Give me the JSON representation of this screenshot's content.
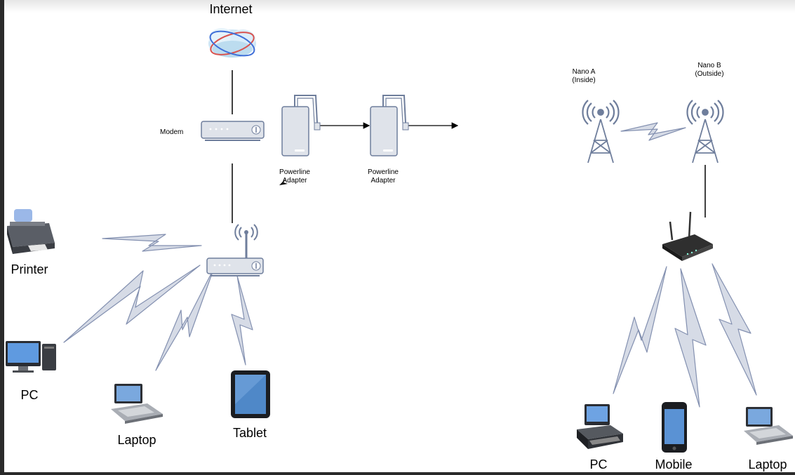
{
  "nodes": {
    "internet": "Internet",
    "modem": "Modem",
    "powerline_1": [
      "Powerline",
      "Adapter"
    ],
    "powerline_2": [
      "Powerline",
      "Adapter"
    ],
    "nano_a": [
      "Nano A",
      "(Inside)"
    ],
    "nano_b": [
      "Nano B",
      "(Outside)"
    ],
    "printer": "Printer",
    "pc_left": "PC",
    "laptop_left": "Laptop",
    "tablet": "Tablet",
    "pc_right": "PC",
    "mobile": "Mobile",
    "laptop_right": "Laptop"
  },
  "colors": {
    "device_fill": "#dfe3ea",
    "device_stroke": "#6f7e9c",
    "bolt_fill": "#d6dbe6",
    "bolt_stroke": "#8390b0",
    "line": "#000000"
  }
}
